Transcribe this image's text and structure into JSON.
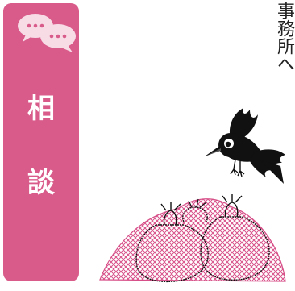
{
  "side_banner": {
    "char_1": "相",
    "char_2": "談",
    "bubble_icon": "speech-bubbles-icon"
  },
  "message": {
    "vertical_text": "事務所へ"
  },
  "illustration": {
    "crow_icon": "crow-icon",
    "garbage_bags_icon": "garbage-bags-with-net-icon"
  },
  "colors": {
    "banner_pink": "#d95b8a",
    "bubble_light": "#f7dce6",
    "net_pink": "#d74f88"
  }
}
